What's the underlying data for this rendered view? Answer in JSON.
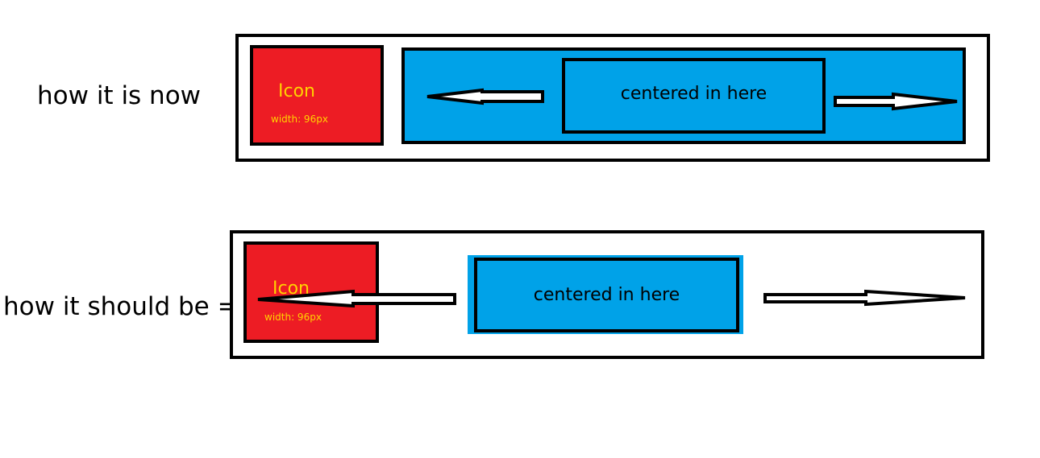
{
  "rows": {
    "current": {
      "label": "how it is now",
      "icon": {
        "title": "Icon",
        "width_note": "width: 96px"
      },
      "content_label": "centered in here"
    },
    "desired": {
      "label": "how it should be =",
      "icon": {
        "title": "Icon",
        "width_note": "width: 96px"
      },
      "content_label": "centered in here"
    }
  },
  "colors": {
    "icon_fill": "#ed1c24",
    "icon_text": "#ffd200",
    "content_fill": "#00a2e8",
    "outline": "#000000"
  },
  "icons": [
    "left-arrow-icon",
    "right-arrow-icon"
  ]
}
